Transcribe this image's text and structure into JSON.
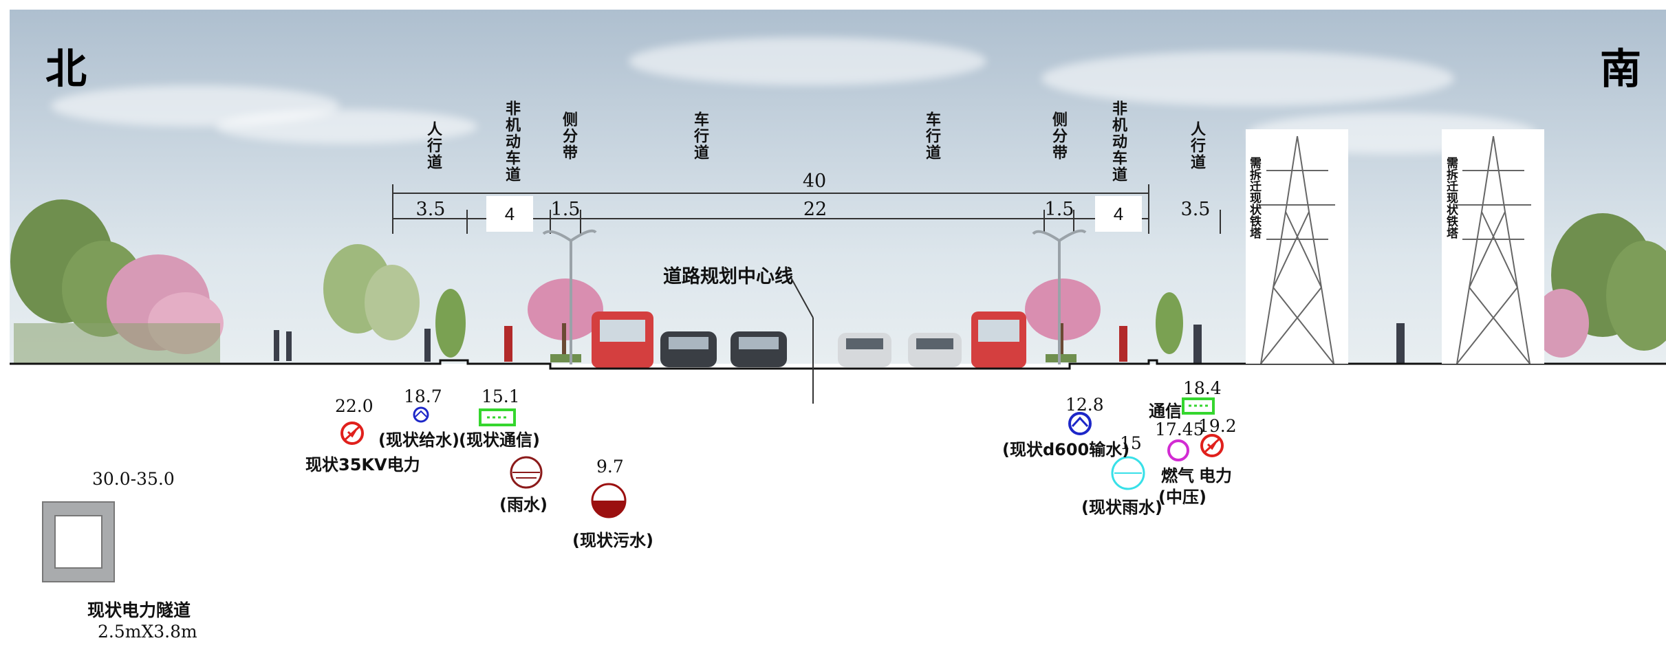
{
  "compass": {
    "north": "北",
    "south": "南"
  },
  "lane_labels": [
    {
      "id": "sidewalk-north",
      "text": "人行道"
    },
    {
      "id": "bike-lane-north",
      "text": "非机动车道"
    },
    {
      "id": "divider-north",
      "text": "侧分带"
    },
    {
      "id": "carriageway-north",
      "text": "车行道"
    },
    {
      "id": "carriageway-south",
      "text": "车行道"
    },
    {
      "id": "divider-south",
      "text": "侧分带"
    },
    {
      "id": "bike-lane-south",
      "text": "非机动车道"
    },
    {
      "id": "sidewalk-south",
      "text": "人行道"
    }
  ],
  "dimensions": {
    "total": "40",
    "sidewalk_north": "3.5",
    "bike_north": "4",
    "divider_north": "1.5",
    "carriageway": "22",
    "divider_south": "1.5",
    "bike_south": "4",
    "sidewalk_south": "3.5"
  },
  "centerline_label": "道路规划中心线",
  "towers": [
    {
      "id": "tower-1",
      "text": "需拆迁现状铁塔"
    },
    {
      "id": "tower-2",
      "text": "需拆迁现状铁塔"
    }
  ],
  "pipelines": {
    "power_35kv": {
      "depth": "22.0",
      "label": "现状35KV电力"
    },
    "water_supply": {
      "depth": "18.7",
      "label": "(现状给水)"
    },
    "telecom_north": {
      "depth": "15.1",
      "label": "(现状通信)"
    },
    "rain_north": {
      "label": "(雨水)"
    },
    "sewage": {
      "depth": "9.7",
      "label": "(现状污水)"
    },
    "water_d600": {
      "depth": "12.8",
      "label": "(现状d600输水)"
    },
    "rain_south": {
      "depth": "15",
      "label": "(现状雨水)"
    },
    "gas": {
      "depth": "17.45",
      "label": "燃气",
      "sub": "(中压)"
    },
    "telecom_south": {
      "depth": "18.4",
      "label": "通信"
    },
    "power_south": {
      "depth": "19.2",
      "label": "电力"
    }
  },
  "tunnel": {
    "depth": "30.0-35.0",
    "label": "现状电力隧道",
    "size": "2.5mX3.8m"
  },
  "colors": {
    "power": "#e0201c",
    "water": "#1d27c8",
    "telecom": "#35d62e",
    "rain_north": "#8b1a1a",
    "sewage": "#9b1010",
    "rain_south": "#38e0e8",
    "gas": "#d22bd2",
    "ground": "#111111"
  },
  "icons": [
    "power-cable-icon",
    "water-pipe-icon",
    "telecom-duct-icon",
    "rain-pipe-icon",
    "sewage-pipe-icon",
    "gas-pipe-icon"
  ]
}
